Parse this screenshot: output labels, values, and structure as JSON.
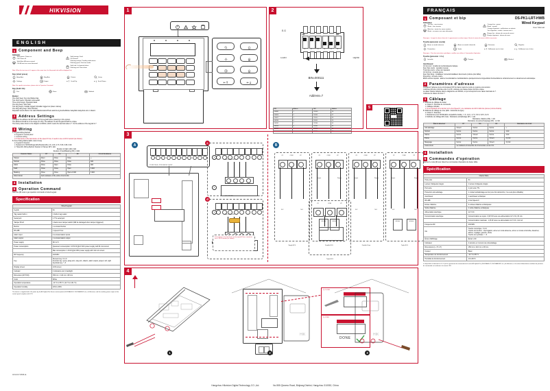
{
  "brand": {
    "name": "HIKVISION"
  },
  "model": {
    "sku": "DS-PK1-LRT-HWB",
    "name": "Wired Keypad",
    "doctype": "User Manual"
  },
  "colors": {
    "accent": "#c8102e",
    "dark": "#1a1a1a"
  },
  "english": {
    "lang_label": "ENGLISH",
    "s1": {
      "num": "1",
      "title": "Component and Beep",
      "indicator_label": "Indicator",
      "indicators": [
        {
          "icon": "power-icon",
          "lines": [
            "Solid green: Power on",
            "Off: Power off"
          ]
        },
        {
          "icon": "warning-icon",
          "lines": [
            "Solid orange: Fault",
            "Off: Normal",
            "Flashing orange: Pending notifications",
            "Flashing green: Find me mode"
          ]
        },
        {
          "icon": "shield-icon",
          "lines": [
            "Solid blue: All areas armed",
            "Off: At least one area disarmed"
          ]
        },
        {
          "icon": "lid-alarm-icon",
          "lines": [
            "Solid red: Lid opened alarm",
            "Flashing red: Zone alarm"
          ]
        }
      ],
      "indicator_note": "Note: When the two icons of ⚠ appear at the same time, the lid opened alert will be displayed first.",
      "key_short_label": "Key (short press)",
      "keys_short": [
        {
          "icon": "away-arm-icon",
          "label": "Away Arm"
        },
        {
          "icon": "stay-arm-icon",
          "label": "Stay Arm"
        },
        {
          "icon": "disarm-icon",
          "label": "Disarm"
        },
        {
          "icon": "search-icon",
          "label": "Query"
        },
        {
          "icon": "settings-icon",
          "label": "Settings"
        },
        {
          "icon": "output-icon",
          "label": "Output"
        },
        {
          "icon": "scroll-up-icon",
          "label": "Scroll Up"
        },
        {
          "icon": "scroll-down-icon",
          "label": "Scroll Down"
        }
      ],
      "key_short_note": "Note: For specific instructions, please refer to Operation Command.",
      "key_hold_label": "Key (hold >3s)",
      "keys_hold": [
        {
          "icon": "fire-icon",
          "label": "Fire"
        },
        {
          "icon": "panic-icon",
          "label": "Panic"
        },
        {
          "icon": "medical-icon",
          "label": "Medical"
        }
      ],
      "buzzer_label": "Buzzer",
      "buzzer_lines": [
        "One short beep: Key tone/Swiped tag",
        "Two short beeps: Operation succeeded",
        "Three short beeps: Operation failed",
        "One long beep: Siren fault",
        "Two long beeps: Installer logged in/Installer logged out (lower volume)",
        "One ding-dong beep: Short doorbell",
        "Repeated sound effects: Fire alarm/Medical alarm/Panic alarm/Long doorbell/Enter delay/Exit delay/Auto arm or disarm"
      ]
    },
    "s2": {
      "num": "2",
      "title": "Address Settings",
      "lines": [
        "Configure the address via DIP switch of the keypad before powering on the system.",
        "The address should be in the range (0 to 63). The address of each keypad should be unique.",
        "The binary value shown in the diagram is 000111, which means the decimal value is 7. So the address of the keypad is 7."
      ]
    },
    "s3": {
      "num": "3",
      "title": "Wiring",
      "items": [
        {
          "text": "A. Keypad Wiring Method",
          "cls": "li"
        },
        {
          "text": "a. Keypad b. Control panel",
          "cls": "li ind"
        },
        {
          "text": "c. Common wiring",
          "cls": "li ind"
        },
        {
          "text": "d. If this device is the last device on the speed-X bus, it needs to use a 120 Ω resistor (as shown).",
          "cls": "li ind r"
        },
        {
          "text": "B. Zone Wiring Method (EOL: End of Line)",
          "cls": "li"
        },
        {
          "text": "a. Keypad b. Detector",
          "cls": "li ind"
        },
        {
          "text": "c. Resistors for NO/NC(Single EOL/Double EOL): 1K, 2.2K, 4.7K, 5.6K, 6.8K, 8.2K",
          "cls": "li ind"
        },
        {
          "text": "d. Triple EOL Wiring Method: Resistor of Tamper (RT): 1kΩ",
          "cls": "li ind"
        }
      ],
      "resistor_lines": [
        "Resistor of Alarm (RA): 1kΩ",
        "Resistor of Fault/Masking (RF): 2.2kΩ"
      ],
      "table": {
        "headers": [
          "Detector Status",
          "RT",
          "RA",
          "RF",
          "Circuit Resistance"
        ],
        "rows": [
          [
            "Tamper",
            "Open",
            "Close",
            "Close",
            "∞"
          ],
          [
            "Normal",
            "Close",
            "Close",
            "Close",
            "1kΩ"
          ],
          [
            "Alarm",
            "Close",
            "Open",
            "Close",
            "2kΩ"
          ],
          [
            "Fault",
            "Close",
            "Close",
            "Open",
            "3.2kΩ"
          ],
          [
            "Masking",
            "Close",
            "Close",
            "Open+2.2kΩ",
            "3.2kΩ"
          ],
          [
            "Short Circuit",
            "And resistance of the entire circuit is 0Ω.",
            "",
            "",
            ""
          ]
        ]
      }
    },
    "s4": {
      "num": "4",
      "title": "Installation"
    },
    "s5": {
      "num": "5",
      "title": "Operation Command",
      "line": "Scan the QR code to get operation commands of wired keypad."
    },
    "spec": {
      "bar": "Specification",
      "col_header": "Wired Keypad",
      "rows": [
        {
          "k": "Keyfob",
          "v": "64"
        },
        {
          "k": "Tag reader built-in",
          "v": "1 built-in tag reader"
        },
        {
          "k": "Serial port",
          "v": "1 TTL serial port"
        },
        {
          "k": "Tamper Proof",
          "v": "1 back cover tamper switch (Will be damaged when tamper triggered)"
        },
        {
          "k": "Buzzer",
          "v": "1 on-board buzzer"
        },
        {
          "k": "RS-485",
          "v": "1 speed-X bus"
        },
        {
          "k": "Alarm input",
          "v": "2 on-board alarm inputs"
        },
        {
          "k": "Alarm output",
          "v": "1 on-board alarm output"
        },
        {
          "k": "Power supply",
          "v": "DC 12 V"
        },
        {
          "k": "Power consumption",
          "v": "Quiescent consumption: 0.972 W @12 VDC power supply with 81 mA current"
        },
        {
          "k": "",
          "v": "Max consumption: 1.33 W @12 VDC power supply with 111 mA current"
        },
        {
          "k": "RF frequency",
          "v": "433 MHz"
        },
        {
          "k": "Key",
          "v": "Numeric key: 0 to 9\nFunction key: query, away arm, stay arm, disarm, alarm output, project, left, right\nSymbolic key: *, #"
        },
        {
          "k": "Display screen",
          "v": "LCD screen"
        },
        {
          "k": "Indicator",
          "v": "4 indicators and 1 backlight"
        },
        {
          "k": "Dimension (W×H×D)",
          "v": "150 mm × 110 mm ×28 mm"
        },
        {
          "k": "Color",
          "v": "White"
        },
        {
          "k": "Operation temperature",
          "v": "-10 °C to 55 °C (14 °F to 131 °F)"
        },
        {
          "k": "Operation humidity",
          "v": "10% to 90%"
        }
      ],
      "legal": "The device is supplied with 12V power by the AX Hybrid Pro Series control panels (DS-PHA64-LP, DS-PHA48-EP, etc.) of Hikvision, and the auxiliary power output of the control panel complies with LPS."
    }
  },
  "french": {
    "lang_label": "FRANÇAIS",
    "s1": {
      "num": "1",
      "title": "Composant et bip",
      "indicator_label": "Indicateur",
      "indicators": [
        {
          "icon": "power-icon",
          "lines": [
            "Vert fixe : sous tension",
            "Éteint : hors tension"
          ]
        },
        {
          "icon": "warning-icon",
          "lines": [
            "Orange fixe : panne",
            "Éteint : normal",
            "Orange clignotant : notifications en attente",
            "Vert clignotant : mode « trouvez-moi »"
          ]
        },
        {
          "icon": "shield-icon",
          "lines": [
            "Bleu fixe : toutes les zones armées",
            "Éteint : au moins une zone désarmée"
          ]
        },
        {
          "icon": "lid-alarm-icon",
          "lines": [
            "Rouge fixe : alarme de couvercle ouvert",
            "Rouge clignotant : alarme de zone"
          ]
        }
      ],
      "indicator_note": "Remarque : Lorsque les deux icônes de ⚠ apparaissent en même temps, l'alerte du couvercle ouvert s'affiche en premier.",
      "key_short_label": "Touche (pression courte)",
      "keys_short": [
        {
          "icon": "away-arm-icon",
          "label": "Armer en mode absence"
        },
        {
          "icon": "stay-arm-icon",
          "label": "Armer en mode à domicile"
        },
        {
          "icon": "disarm-icon",
          "label": "Désarmer"
        },
        {
          "icon": "search-icon",
          "label": "Requête"
        },
        {
          "icon": "settings-icon",
          "label": "Paramètres"
        },
        {
          "icon": "output-icon",
          "label": "Sortie"
        },
        {
          "icon": "scroll-up-icon",
          "label": "Défilement vers le haut"
        },
        {
          "icon": "scroll-down-icon",
          "label": "Défilement vers le bas"
        }
      ],
      "key_short_note": "Remarque : Pour des instructions spécifiques, veuillez vous référer à Commandes d'opération.",
      "key_hold_label": "Touche (pression > 3 s)",
      "keys_hold": [
        {
          "icon": "fire-icon",
          "label": "Incendie"
        },
        {
          "icon": "panic-icon",
          "label": "Panique"
        },
        {
          "icon": "medical-icon",
          "label": "Médical"
        }
      ],
      "buzzer_label": "Avertisseur",
      "buzzer_lines": [
        "Un bip court : tonalité de touche/étiquette balayée",
        "Deux bips courts : opération réussie",
        "Trois bips courts : échec de l'opération",
        "Un bip long : nouvelle panne",
        "Deux bips longs : installateur connecté/installateur déconnecté (volume plus faible)",
        "Ding-dong : sonnerie courte",
        "Effets sonores répétés : alarme incendie/alarme médicale/alarme panique/sonnerie longue/délai d'entrée/délai de sortie/armement ou désarmement automatique"
      ]
    },
    "s2": {
      "num": "2",
      "title": "Paramètres d'adresse",
      "lines": [
        "Configurez l'adresse via le commutateur DIP du clavier avant de mettre le système sous tension.",
        "L'adresse doit être comprise entre 0 et 63. L'adresse de chaque clavier doit être unique.",
        "La valeur binaire indiquée dans le diagramme est 000111, ce qui correspond à une valeur décimale de 7.",
        "L'adresse du clavier est donc 7."
      ]
    },
    "s3": {
      "num": "3",
      "title": "Câblage",
      "items": [
        {
          "text": "A. Méthode de câblage du clavier",
          "cls": "li"
        },
        {
          "text": "a. Clavier b. Panneau de commande",
          "cls": "li ind"
        },
        {
          "text": "c. Câblage ordinaire",
          "cls": "li ind"
        },
        {
          "text": "d. Si cet appareil est le dernier sur le bus Speed-X, une résistance de 120 Ω doit être prévue (comme illustré).",
          "cls": "li ind r"
        },
        {
          "text": "B. Méthode de câblage de zone (EOL : Extrémité de ligne)",
          "cls": "li"
        },
        {
          "text": "a. Clavier b. Détecteur",
          "cls": "li ind"
        },
        {
          "text": "c. Résistances pour NO/NC(EOL simple/EOL double) : 1 K, 2,2 K, 4,7 K, 5,6 K, 6,8 K, 8,2 K",
          "cls": "li ind"
        },
        {
          "text": "d. Méthode de câblage EOL triple : Résistance antisabotage (RT) : 1 kΩ",
          "cls": "li ind"
        }
      ],
      "resistor_lines": [
        "Résistance d'alarme (RA) : 1 kΩ",
        "Résistance de panne/masquage (RF) : 2,2 kΩ"
      ],
      "table": {
        "headers": [
          "État du détecteur",
          "RT",
          "RA",
          "RF",
          "Résistance du circuit"
        ],
        "rows": [
          [
            "Anti-sabotage",
            "Ouvert",
            "Fermé",
            "Fermé",
            "∞"
          ],
          [
            "Normal",
            "Fermé",
            "Fermé",
            "Fermé",
            "1 kΩ"
          ],
          [
            "Alarme",
            "Fermé",
            "Ouvert",
            "Fermé",
            "2 kΩ"
          ],
          [
            "Panne",
            "Fermé",
            "Fermé",
            "Ouvert",
            "3,2 kΩ"
          ],
          [
            "Masquage",
            "Fermé",
            "Fermé",
            "Ouvert",
            "3,2 kΩ"
          ],
          [
            "Court-circuit",
            "La résistance d'ensemble du circuit arrière est de 0 Ω.",
            "",
            "",
            ""
          ]
        ]
      }
    },
    "s4": {
      "num": "4",
      "title": "Installation"
    },
    "s5": {
      "num": "5",
      "title": "Commandes d'opération",
      "line": "Scannez le code QR pour obtenir les commandes d'opération du clavier câblé."
    },
    "spec": {
      "bar": "Spécification",
      "col_header": "Clavier filaire",
      "rows": [
        {
          "k": "Porte-clés",
          "v": "64"
        },
        {
          "k": "Lecteur d'étiquette intégré",
          "v": "1 lecteur d'étiquette intégré"
        },
        {
          "k": "Port série",
          "v": "1 port série TTL"
        },
        {
          "k": "Protection anti-sabotage",
          "v": "1 contact antisabotage au dos (une fois déclenché, il ne sera plus utilisable)"
        },
        {
          "k": "Avertisseur",
          "v": "1 avertisseur embarqué"
        },
        {
          "k": "RS-485",
          "v": "1 bus Speed-X"
        },
        {
          "k": "Entrée d'alarme",
          "v": "2 entrées d'alarme embarquées"
        },
        {
          "k": "Sortie d'alarme",
          "v": "1 sortie d'alarme embarquée"
        },
        {
          "k": "Alimentation électrique",
          "v": "12 V CC"
        },
        {
          "k": "Consommation électrique",
          "v": "Consommation au repos : 0,972 W sous une alimentation 12 V CC, 81 mA"
        },
        {
          "k": "",
          "v": "Consommation maximale : 1,33 W sous une alimentation 12 V CC, 111 mA"
        },
        {
          "k": "Fréquence RF",
          "v": "433 MHz"
        },
        {
          "k": "Clé",
          "v": "Touche numérique : 0 à 9\nTouche de fonction : interrogation, armer en mode absence, armer en mode à domicile, désarmer, alarme, réglages, gauche, droite\nTouche de symboles : *, #"
        },
        {
          "k": "Écran d'affichage",
          "v": "Écran LCD"
        },
        {
          "k": "Indicateur",
          "v": "4 témoins et 1 témoin de rétroéclairage"
        },
        {
          "k": "Dimensions (L x H x P)",
          "v": "150 mm x 110 mm x 28 mm"
        },
        {
          "k": "Couleur",
          "v": "Blanc"
        },
        {
          "k": "Température de fonctionnement",
          "v": "-10 °C à 55 °C"
        },
        {
          "k": "Humidité de fonctionnement",
          "v": "10 à 90 %"
        }
      ],
      "legal": "Le dispositif est alimenté en 12 V par les panneaux de commande de la série AX Hybrid Pro (DS-PHA64-LP, DS-PHA48-EP, etc.) de Hikvision, et la sortie d'alimentation auxiliaire du panneau de commande est conforme à la norme LPS."
    }
  },
  "panels": {
    "p1": {
      "num": "1"
    },
    "p2": {
      "num": "2",
      "eg": "E.G",
      "on": "ON",
      "dip": "DIP",
      "switch_numbers": [
        "1",
        "2",
        "3",
        "4",
        "5",
        "6"
      ],
      "lowbit": "Lowbit",
      "highbit": "Highbit",
      "bin_value": "BIN=000111",
      "address": "Address=7"
    },
    "p3": {
      "num": "3",
      "label_a": "A",
      "label_b": "B",
      "label_c": "c",
      "label_d": "d",
      "resistor_note": "If this device is the last device on the speed-X bus, it needs to use a 120 Ω resistor (as shown).",
      "terminal_labels": [
        "Z1",
        "COM",
        "Z2"
      ],
      "keypad_terminals": "Z1 GND Z2 A- B+ 12V IN GND NO COM NC",
      "eol_captions": [
        "Single EOL",
        "Double EOL",
        "Double Zone",
        "Triple EOL"
      ],
      "nc": "N.C",
      "no": "N.O",
      "tamper": "Tamper",
      "res_2k2": "2K2 EOL",
      "res_rt": "RT",
      "res_ra": "RA",
      "res_rf": "RF",
      "plus": "+",
      "minus": "-"
    },
    "p4": {
      "num": "4",
      "steps": [
        "1",
        "2",
        "3"
      ],
      "close_label": "1) CLOSE",
      "open_label": "2) OPEN",
      "done_label": "DONE"
    },
    "p5": {
      "num": "5"
    }
  },
  "address_table": {
    "headers": [
      "BIN",
      "Address",
      "BIN",
      "Address"
    ],
    "rows": [
      [
        "000001",
        "1",
        "111000",
        "56"
      ],
      [
        "000010",
        "2",
        "111001",
        "57"
      ],
      [
        "000011",
        "3",
        "111010",
        "58"
      ],
      [
        "000100",
        "4",
        "111011",
        "59"
      ],
      [
        "000101",
        "5",
        "111100",
        "60"
      ],
      [
        "000110",
        "6",
        "111101",
        "61"
      ],
      [
        "000111",
        "7",
        "111110",
        "62"
      ],
      [
        "...",
        "",
        "111111",
        "63"
      ]
    ]
  },
  "footer": {
    "company": "Hangzhou Hikvision Digital Technology CO.,Ltd.",
    "address": "No.555 Qianmo Road, Binjiang District, Hangzhou 310052, China",
    "doc_id": "UD24736B-E"
  }
}
